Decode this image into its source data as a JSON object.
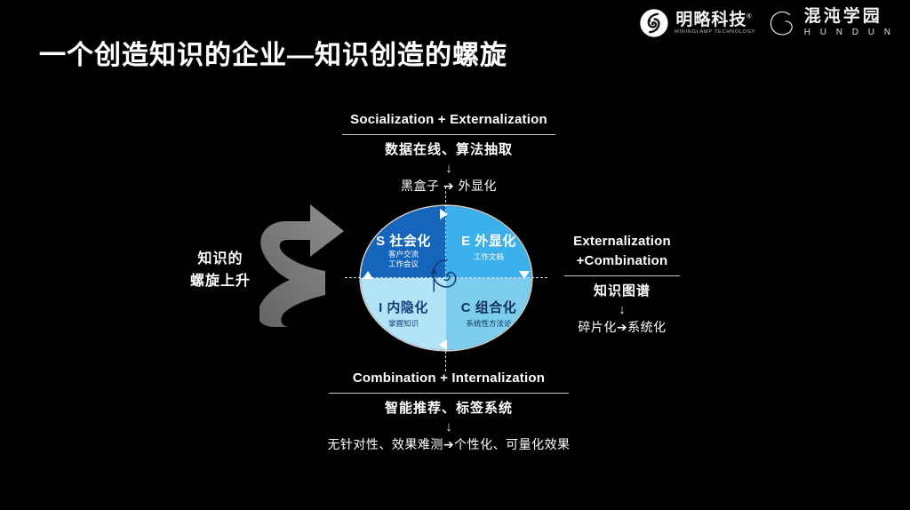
{
  "header": {
    "title": "一个创造知识的企业—知识创造的螺旋",
    "logos": [
      {
        "icon": "mininglamp-swirl-logo",
        "zh": "明略科技",
        "reg": "®",
        "en": "MININGLAMP TECHNOLOGY"
      },
      {
        "icon": "hundun-circle-logo",
        "zh": "混沌学园",
        "en": "H U N D U N"
      }
    ]
  },
  "diagram": {
    "top_block": {
      "english": "Socialization + Externalization",
      "zh_main": "数据在线、算法抽取",
      "arrow": "↓",
      "zh_sub": "黑盒子 ➔ 外显化"
    },
    "right_block": {
      "english_line1": "Externalization",
      "english_line2": "+Combination",
      "zh_main": "知识图谱",
      "arrow": "↓",
      "zh_sub": "碎片化➔系统化"
    },
    "bottom_block": {
      "english": "Combination + Internalization",
      "zh_main": "智能推荐、标签系统",
      "arrow": "↓",
      "zh_sub": "无针对性、效果难测➔个性化、可量化效果"
    },
    "left_block": {
      "zh_line1": "知识的",
      "zh_line2": "螺旋上升",
      "icon": "curved-spiral-arrow-icon"
    },
    "circle": {
      "center_icon": "spiral-icon",
      "quadrants": [
        {
          "key": "socialization",
          "label": "S 社会化",
          "sub": "客户交流\n工作会议",
          "sub_line1": "客户交流",
          "sub_line2": "工作会议",
          "color": "#1565bd",
          "text_color": "#ffffff"
        },
        {
          "key": "externalization",
          "label": "E 外显化",
          "sub_line1": "工作文档",
          "color": "#3bb0ea",
          "text_color": "#ffffff"
        },
        {
          "key": "internalization",
          "label": "I 内隐化",
          "sub_line1": "掌握知识",
          "color": "#b3e3f7",
          "text_color": "#13407d"
        },
        {
          "key": "combination",
          "label": "C 组合化",
          "sub_line1": "系统性方法论",
          "color": "#7ccdee",
          "text_color": "#10305e"
        }
      ],
      "markers": [
        {
          "name": "marker-left-up",
          "glyph": "▲"
        },
        {
          "name": "marker-right-down",
          "glyph": "▼"
        },
        {
          "name": "marker-top-right",
          "glyph": "▶"
        },
        {
          "name": "marker-bottom-left",
          "glyph": "◀"
        }
      ]
    }
  },
  "colors": {
    "background": "#000000",
    "foreground": "#ffffff",
    "quad_socialization": "#1565bd",
    "quad_externalization": "#3bb0ea",
    "quad_internalization": "#b3e3f7",
    "quad_combination": "#7ccdee",
    "arrow_grey": "#7a7a7a",
    "rule": "#c9c9c9"
  }
}
